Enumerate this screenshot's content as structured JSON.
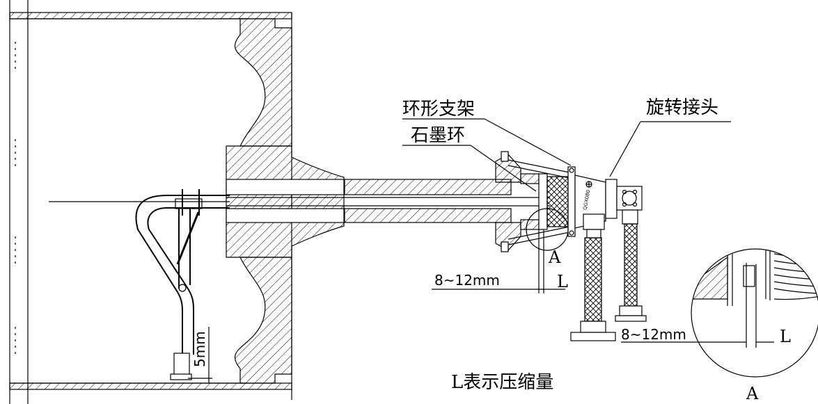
{
  "labels": {
    "ring_bracket": "环形支架",
    "graphite_ring": "石墨环",
    "rotary_joint": "旋转接头",
    "gap_main": "8~12mm",
    "gap_detail": "8~12mm",
    "l_main": "L",
    "l_detail": "L",
    "section_mark": "A",
    "detail_title": "A",
    "clearance": "5mm",
    "nameplate": "QGX080",
    "note": "L表示压缩量"
  }
}
